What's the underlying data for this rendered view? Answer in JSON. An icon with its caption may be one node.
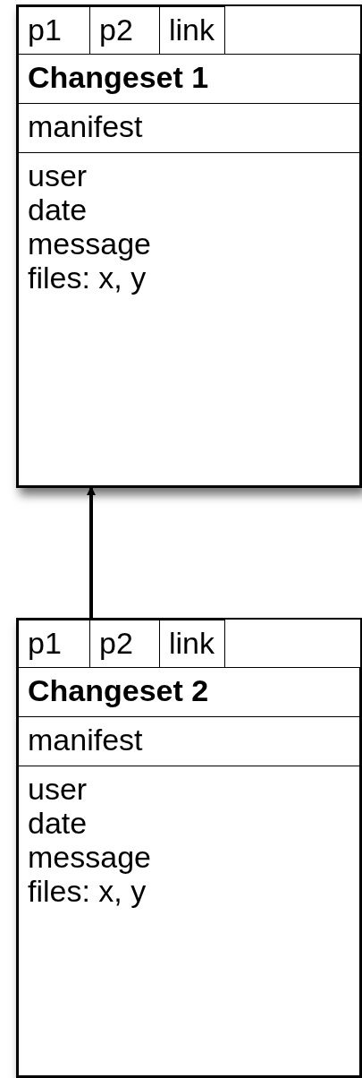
{
  "diagram": {
    "nodes": [
      {
        "text": [],
        "shape": "box"
      },
      {
        "text": [
          "p1"
        ],
        "in": 0
      },
      {
        "text": [
          "p2"
        ],
        "in": 0
      },
      {
        "text": [
          "link"
        ],
        "in": 0
      },
      {
        "text": [
          "Changeset 1"
        ],
        "in": 0
      },
      {
        "text": [
          "manifest"
        ],
        "in": 0
      },
      {
        "text": [
          "user",
          "date",
          "message",
          "files: x, y"
        ],
        "in": 0
      },
      {
        "text": [],
        "shape": "box"
      },
      {
        "text": [
          "p1"
        ],
        "in": 7
      },
      {
        "text": [
          "p2"
        ],
        "in": 7
      },
      {
        "text": [
          "link"
        ],
        "in": 7
      },
      {
        "text": [
          "Changeset 2"
        ],
        "in": 7
      },
      {
        "text": [
          "manifest"
        ],
        "in": 7
      },
      {
        "text": [
          "user",
          "date",
          "message",
          "files: x, y"
        ],
        "in": 7
      }
    ],
    "edges": [
      {
        "from": 8,
        "to": 0,
        "arrow": "to"
      }
    ]
  }
}
